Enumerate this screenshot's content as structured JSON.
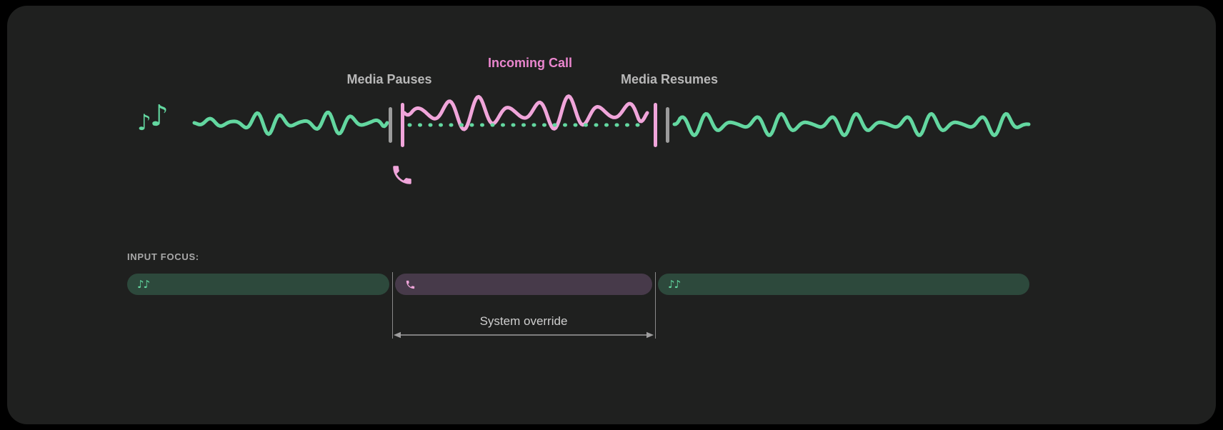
{
  "colors": {
    "background": "#000000",
    "card": "#1f201f",
    "media_green": "#63d7a0",
    "call_pink": "#f0a5da",
    "call_text_pink": "#ea86ce",
    "label_gray": "#b8b8b8",
    "bar_gray": "#9b9b9b",
    "pill_media_bg": "#2d493c",
    "pill_call_bg": "#473a4a",
    "guide_gray": "#8a8a8a"
  },
  "waveform": {
    "media_pauses_label": "Media Pauses",
    "incoming_call_label": "Incoming Call",
    "media_resumes_label": "Media Resumes"
  },
  "input_focus": {
    "heading": "INPUT FOCUS:",
    "system_override_label": "System override",
    "segments": [
      {
        "kind": "media"
      },
      {
        "kind": "call"
      },
      {
        "kind": "media"
      }
    ]
  },
  "icons": {
    "note": "♪",
    "notes_pair": "♪♪",
    "phone": "phone-receiver"
  }
}
